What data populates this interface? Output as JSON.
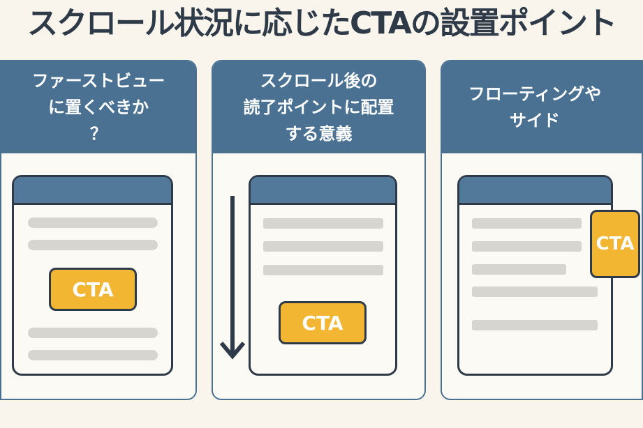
{
  "title": "スクロール状況に応じたCTAの設置ポイント",
  "colors": {
    "background": "#f9f5ec",
    "header": "#4b7192",
    "cta": "#f2b632",
    "outline": "#2f3a48",
    "text_line": "#d6d5d0"
  },
  "panels": [
    {
      "heading_lines": [
        "ファーストビュー",
        "に置くべきか",
        "？"
      ],
      "cta_label": "CTA",
      "cta_position": "middle"
    },
    {
      "heading_lines": [
        "スクロール後の",
        "読了ポイントに配置",
        "する意義"
      ],
      "cta_label": "CTA",
      "cta_position": "bottom",
      "icon": "scroll-down-arrow-icon"
    },
    {
      "heading_lines": [
        "フローティングや",
        "サイド"
      ],
      "cta_label": "CTA",
      "cta_position": "floating-side"
    }
  ]
}
